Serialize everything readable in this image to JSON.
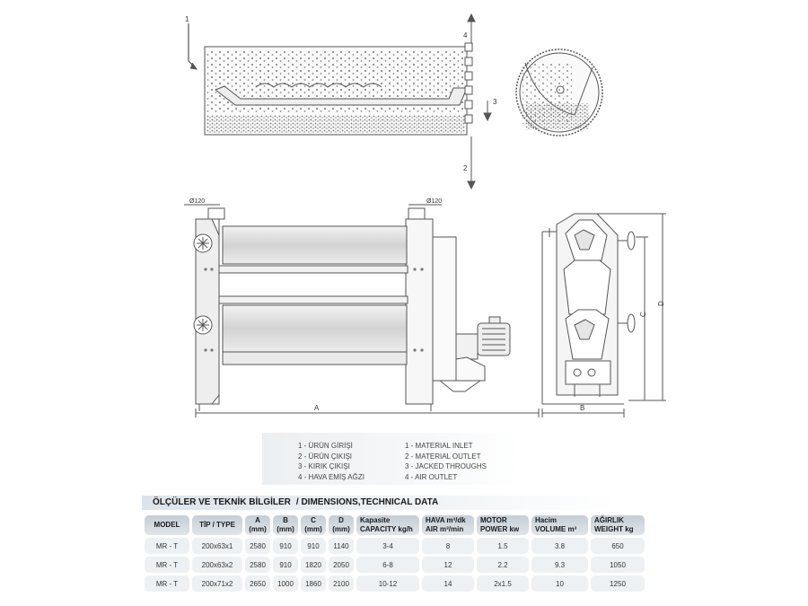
{
  "drawing": {
    "callouts": [
      "1",
      "2",
      "3",
      "4"
    ],
    "dimension_labels": [
      "Ø120",
      "Ø120",
      "A",
      "B",
      "C",
      "D"
    ]
  },
  "legend": {
    "turkish": [
      "1 - ÜRÜN GİRİŞİ",
      "2 - ÜRÜN ÇIKIŞI",
      "3 - KIRIK ÇIKIŞI",
      "4 - HAVA EMİŞ AĞZI"
    ],
    "english": [
      "1 - MATERIAL INLET",
      "2 - MATERIAL OUTLET",
      "3 - JACKED THROUGHS",
      "4 - AIR OUTLET"
    ]
  },
  "table": {
    "title_tr": "ÖLÇÜLER VE TEKNİK BİLGİLER",
    "title_en": "/ DIMENSIONS,TECHNICAL DATA",
    "headers": [
      {
        "top": "MODEL",
        "bottom": ""
      },
      {
        "top": "TİP / TYPE",
        "bottom": ""
      },
      {
        "top": "A",
        "bottom": "(mm)"
      },
      {
        "top": "B",
        "bottom": "(mm)"
      },
      {
        "top": "C",
        "bottom": "(mm)"
      },
      {
        "top": "D",
        "bottom": "(mm)"
      },
      {
        "top": "Kapasite",
        "bottom": "CAPACITY  kg/h"
      },
      {
        "top": "HAVA  m³/dk",
        "bottom": "AIR      m³/min"
      },
      {
        "top": "MOTOR",
        "bottom": "POWER   kw"
      },
      {
        "top": "Hacim",
        "bottom": "VOLUME   m³"
      },
      {
        "top": "AĞIRLIK",
        "bottom": "WEIGHT  kg"
      }
    ],
    "rows": [
      [
        "MR - T",
        "200x63x1",
        "2580",
        "910",
        "910",
        "1140",
        "3-4",
        "8",
        "1.5",
        "3.8",
        "650"
      ],
      [
        "MR - T",
        "200x63x2",
        "2580",
        "910",
        "1820",
        "2050",
        "6-8",
        "12",
        "2.2",
        "9.3",
        "1050"
      ],
      [
        "MR - T",
        "200x71x2",
        "2650",
        "1000",
        "1860",
        "2100",
        "10-12",
        "14",
        "2x1.5",
        "10",
        "1250"
      ]
    ]
  },
  "colors": {
    "line": "#555555",
    "header_fill": "#c5ced6",
    "cell_fill": "#eef1f3",
    "drum_fill": "#d9d9d9"
  }
}
